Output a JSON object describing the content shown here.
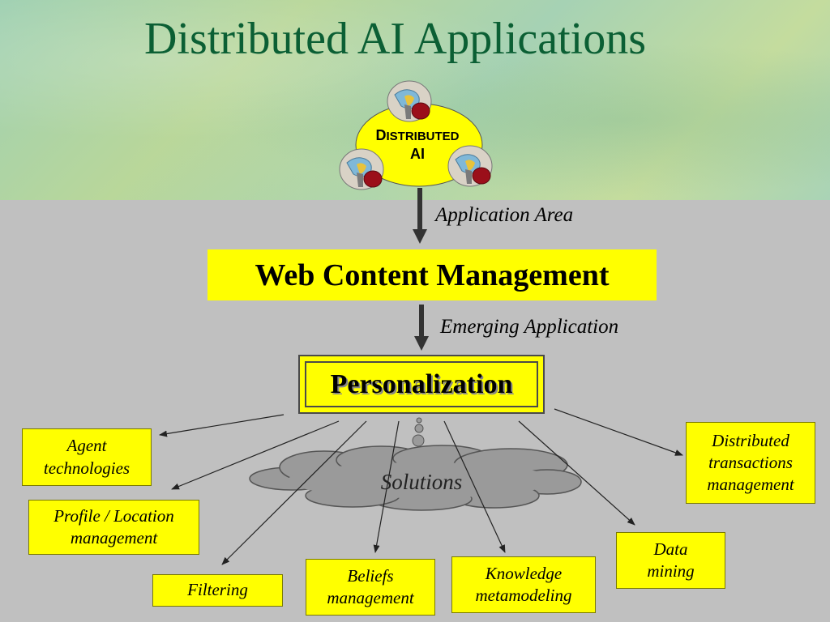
{
  "title": "Distributed AI Applications",
  "central_node": {
    "line1_cap": "D",
    "line1_rest": "ISTRIBUTED",
    "line2": "AI"
  },
  "labels": {
    "application_area": "Application Area",
    "emerging_application": "Emerging Application",
    "solutions": "Solutions"
  },
  "web_content_management": "Web Content Management",
  "personalization": "Personalization",
  "solution_boxes": {
    "agent": [
      "Agent",
      "technologies"
    ],
    "profile": [
      "Profile / Location",
      "management"
    ],
    "filtering": [
      "Filtering"
    ],
    "beliefs": [
      "Beliefs",
      "management"
    ],
    "knowledge": [
      "Knowledge",
      "metamodeling"
    ],
    "data_mining": [
      "Data",
      "mining"
    ],
    "distributed": [
      "Distributed",
      "transactions",
      "management"
    ]
  },
  "colors": {
    "box_fill": "#ffff00",
    "title_green": "#0b5f34",
    "background_gray": "#c0c0c0",
    "cloud_fill": "#9a9a9a"
  },
  "icons": [
    "brain-icon",
    "brain-icon",
    "brain-icon",
    "cloud-icon"
  ]
}
